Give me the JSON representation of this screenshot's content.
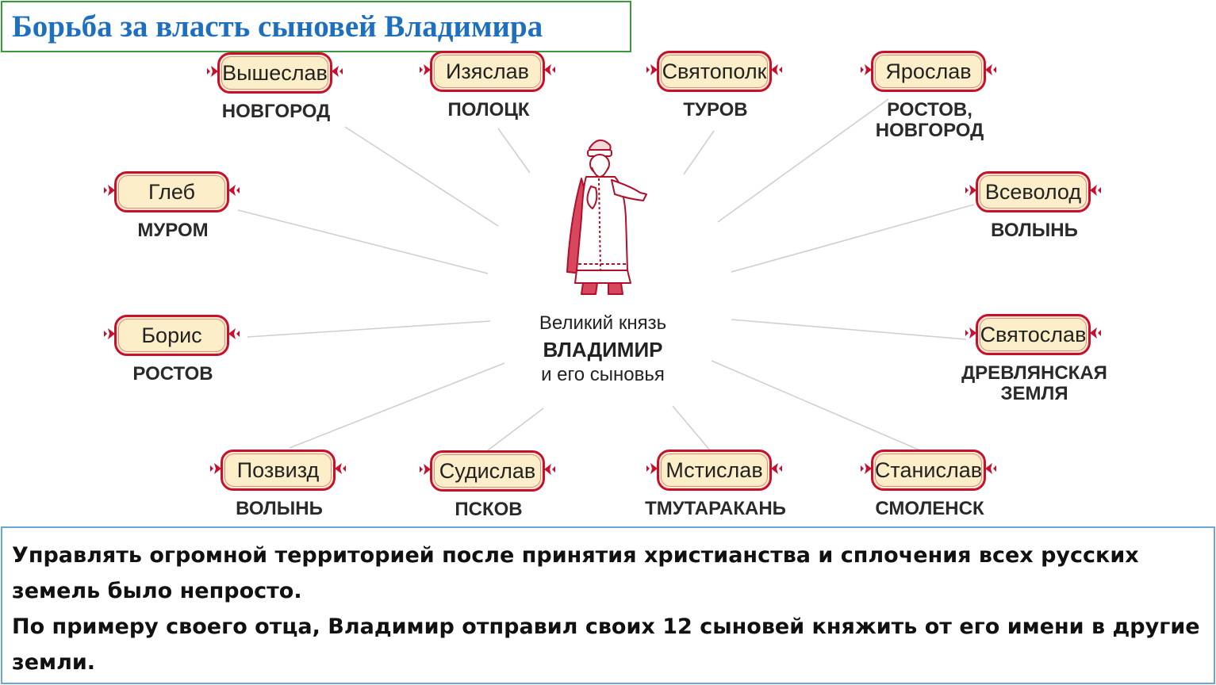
{
  "title": "Борьба за власть сыновей Владимира",
  "center": {
    "line1": "Великий князь",
    "line2": "ВЛАДИМИР",
    "line3": "и его сыновья"
  },
  "sons": [
    {
      "name": "Вышеслав",
      "city": "НОВГОРОД"
    },
    {
      "name": "Изяслав",
      "city": "ПОЛОЦК"
    },
    {
      "name": "Святополк",
      "city": "ТУРОВ"
    },
    {
      "name": "Ярослав",
      "city": "РОСТОВ,\nНОВГОРОД"
    },
    {
      "name": "Глеб",
      "city": "МУРОМ"
    },
    {
      "name": "Всеволод",
      "city": "ВОЛЫНЬ"
    },
    {
      "name": "Борис",
      "city": "РОСТОВ"
    },
    {
      "name": "Святослав",
      "city": "ДРЕВЛЯНСКАЯ\nЗЕМЛЯ"
    },
    {
      "name": "Позвизд",
      "city": "ВОЛЫНЬ"
    },
    {
      "name": "Судислав",
      "city": "ПСКОВ"
    },
    {
      "name": "Мстислав",
      "city": "ТМУТАРАКАНЬ"
    },
    {
      "name": "Станислав",
      "city": "СМОЛЕНСК"
    }
  ],
  "text": {
    "paragraph1": "Управлять огромной территорией после принятия христианства и сплочения всех русских земель было непросто.",
    "paragraph2": "По примеру своего отца, Владимир отправил своих 12 сыновей княжить от его имени в другие земли."
  },
  "colors": {
    "title": "#1f6fbf",
    "plaque_border": "#c8102e",
    "plaque_fill": "#fbeec8"
  }
}
